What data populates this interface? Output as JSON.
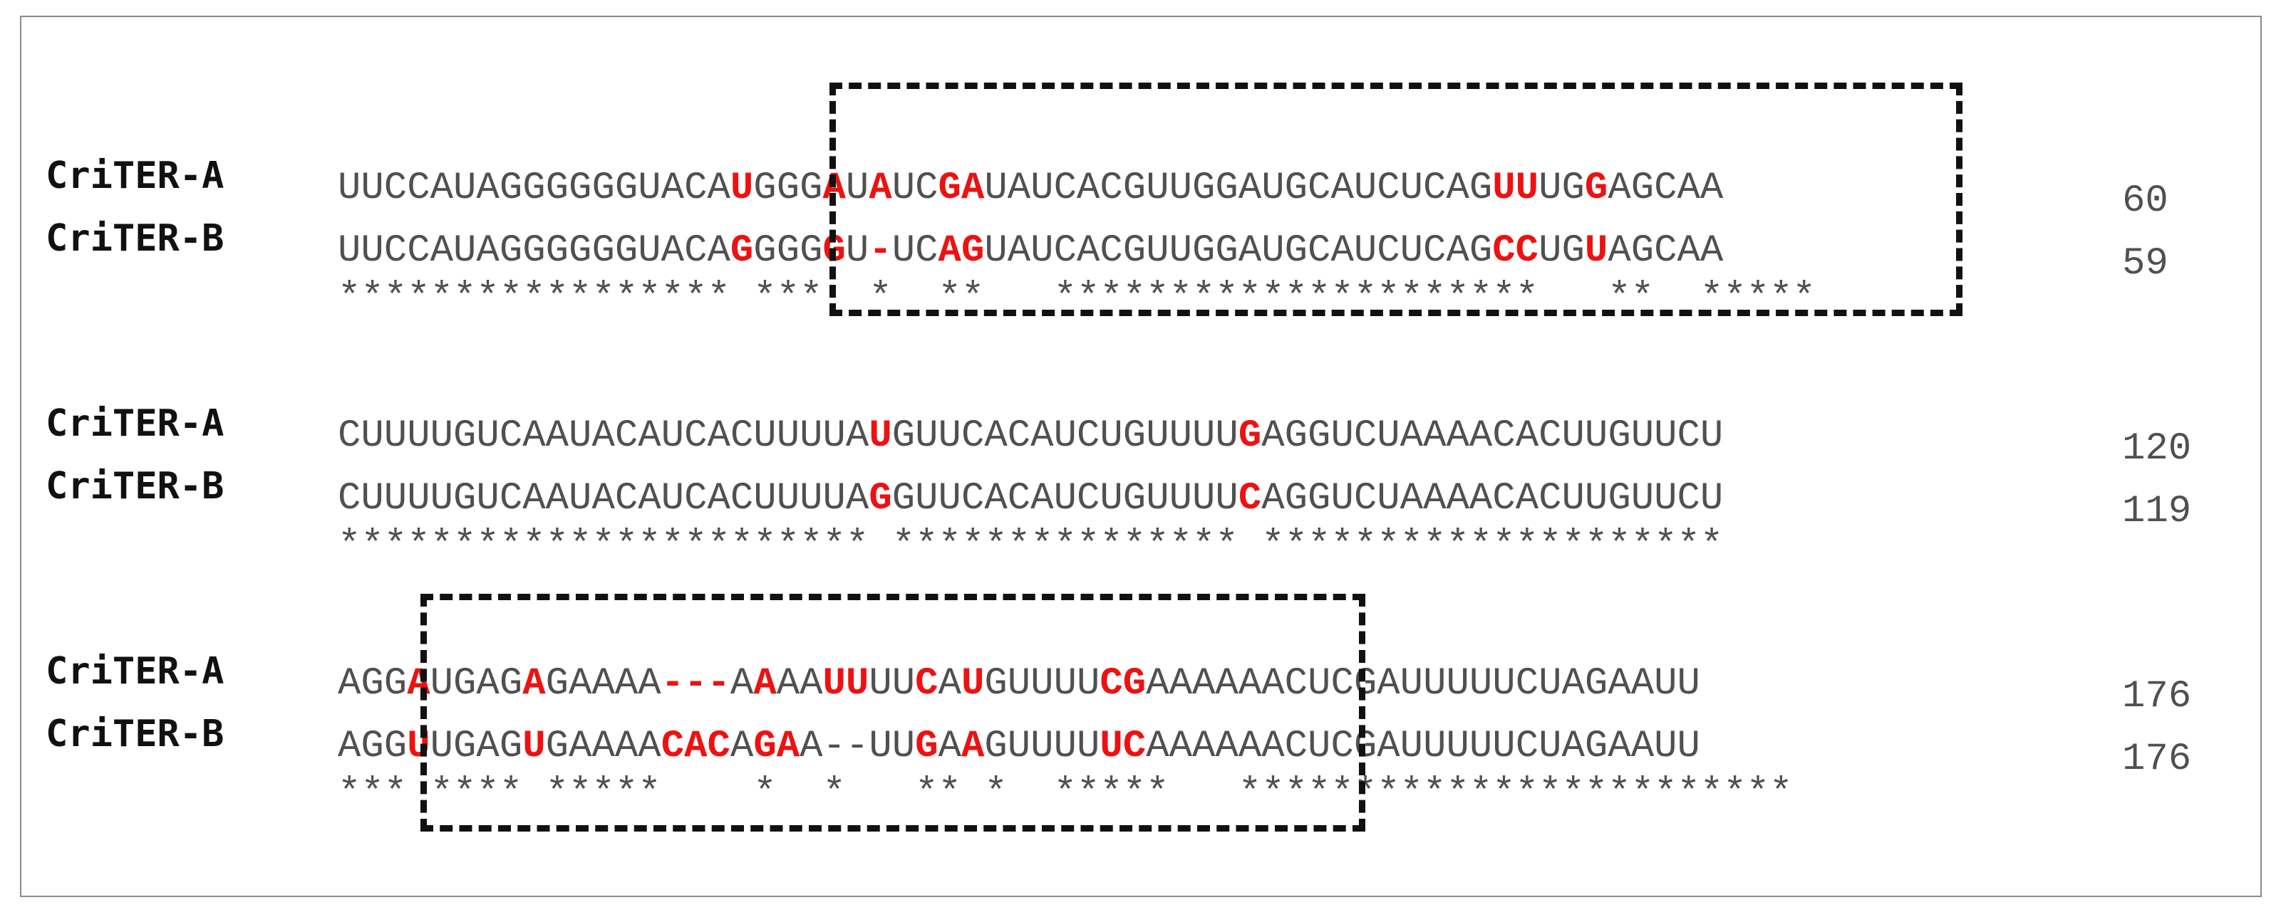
{
  "blocks": [
    {
      "rows": [
        {
          "label": "CriTER-A",
          "segments": [
            {
              "t": "UUCCAUAGGGGGGUACA",
              "h": false
            },
            {
              "t": "U",
              "h": true
            },
            {
              "t": "GGG",
              "h": false
            },
            {
              "t": "A",
              "h": true
            },
            {
              "t": "U",
              "h": false
            },
            {
              "t": "A",
              "h": true
            },
            {
              "t": "UC",
              "h": false
            },
            {
              "t": "GA",
              "h": true
            },
            {
              "t": "UAUCACGUUGGAUGCAUCUCAG",
              "h": false
            },
            {
              "t": "UU",
              "h": true
            },
            {
              "t": "UG",
              "h": false
            },
            {
              "t": "G",
              "h": true
            },
            {
              "t": "AGCAA",
              "h": false
            }
          ],
          "num": "60"
        },
        {
          "label": "CriTER-B",
          "segments": [
            {
              "t": "UUCCAUAGGGGGGUACA",
              "h": false
            },
            {
              "t": "G",
              "h": true
            },
            {
              "t": "GGG",
              "h": false
            },
            {
              "t": "G",
              "h": true
            },
            {
              "t": "U",
              "h": false
            },
            {
              "t": "-",
              "h": true
            },
            {
              "t": "UC",
              "h": false
            },
            {
              "t": "AG",
              "h": true
            },
            {
              "t": "UAUCACGUUGGAUGCAUCUCAG",
              "h": false
            },
            {
              "t": "CC",
              "h": true
            },
            {
              "t": "UG",
              "h": false
            },
            {
              "t": "U",
              "h": true
            },
            {
              "t": "AGCAA",
              "h": false
            }
          ],
          "num": "59"
        },
        {
          "label": "",
          "segments": [
            {
              "t": "***************** ***  *  **   *********************   **  *****",
              "h": false
            }
          ],
          "num": ""
        }
      ]
    },
    {
      "rows": [
        {
          "label": "CriTER-A",
          "segments": [
            {
              "t": "CUUUUGUCAAUACAUCACUUUUA",
              "h": false
            },
            {
              "t": "U",
              "h": true
            },
            {
              "t": "GUUCACAUCUGUUUU",
              "h": false
            },
            {
              "t": "G",
              "h": true
            },
            {
              "t": "AGGUCUAAAACACUUGUUCU",
              "h": false
            }
          ],
          "num": "120"
        },
        {
          "label": "CriTER-B",
          "segments": [
            {
              "t": "CUUUUGUCAAUACAUCACUUUUA",
              "h": false
            },
            {
              "t": "G",
              "h": true
            },
            {
              "t": "GUUCACAUCUGUUUU",
              "h": false
            },
            {
              "t": "C",
              "h": true
            },
            {
              "t": "AGGUCUAAAACACUUGUUCU",
              "h": false
            }
          ],
          "num": "119"
        },
        {
          "label": "",
          "segments": [
            {
              "t": "*********************** *************** ********************",
              "h": false
            }
          ],
          "num": ""
        }
      ]
    },
    {
      "rows": [
        {
          "label": "CriTER-A",
          "segments": [
            {
              "t": "AGG",
              "h": false
            },
            {
              "t": "A",
              "h": true
            },
            {
              "t": "UGAG",
              "h": false
            },
            {
              "t": "A",
              "h": true
            },
            {
              "t": "GAAAA",
              "h": false
            },
            {
              "t": "---",
              "h": true
            },
            {
              "t": "A",
              "h": false
            },
            {
              "t": "A",
              "h": true
            },
            {
              "t": "AA",
              "h": false
            },
            {
              "t": "UU",
              "h": true
            },
            {
              "t": "UU",
              "h": false
            },
            {
              "t": "C",
              "h": true
            },
            {
              "t": "A",
              "h": false
            },
            {
              "t": "U",
              "h": true
            },
            {
              "t": "GUUUU",
              "h": false
            },
            {
              "t": "CG",
              "h": true
            },
            {
              "t": "AAAAAACUCGAUUUUUCUAGAAUU",
              "h": false
            }
          ],
          "num": "176"
        },
        {
          "label": "CriTER-B",
          "segments": [
            {
              "t": "AGG",
              "h": false
            },
            {
              "t": "U",
              "h": true
            },
            {
              "t": "UGAG",
              "h": false
            },
            {
              "t": "U",
              "h": true
            },
            {
              "t": "GAAAA",
              "h": false
            },
            {
              "t": "CAC",
              "h": true
            },
            {
              "t": "A",
              "h": false
            },
            {
              "t": "GA",
              "h": true
            },
            {
              "t": "A--UU",
              "h": false
            },
            {
              "t": "G",
              "h": true
            },
            {
              "t": "A",
              "h": false
            },
            {
              "t": "A",
              "h": true
            },
            {
              "t": "GUUUU",
              "h": false
            },
            {
              "t": "UC",
              "h": true
            },
            {
              "t": "AAAAAACUCGAUUUUUCUAGAAUU",
              "h": false
            }
          ],
          "num": "176"
        },
        {
          "label": "",
          "segments": [
            {
              "t": "*** **** *****    *  *   ** *  *****   ************************",
              "h": false
            }
          ],
          "num": ""
        }
      ]
    }
  ],
  "colors": {
    "highlight": "#ee1111",
    "sequence": "#505050",
    "label": "#111111",
    "frame": "#8a8a8a",
    "box": "#111111"
  }
}
